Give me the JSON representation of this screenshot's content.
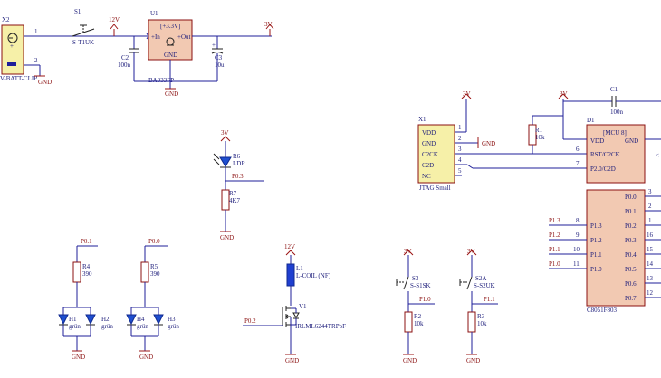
{
  "diagram": {
    "batt": {
      "ref": "X2",
      "name": "V-BATT-CLIP",
      "pins": [
        "1",
        "2"
      ],
      "gnd": "GND"
    },
    "switch_s1": {
      "ref": "S1",
      "name": "S-T1UK"
    },
    "net_12v": "12V",
    "reg": {
      "ref": "U1",
      "title": "[+3.3V]",
      "in": "+In",
      "out": "+Out",
      "gnd": "GND",
      "part": "BA033FP",
      "gnd_label": "GND"
    },
    "c2": {
      "ref": "C2",
      "value": "100n"
    },
    "c3": {
      "ref": "C3",
      "value": "10u"
    },
    "net_3v_top": "3V",
    "r6": {
      "ref": "R6",
      "name": "LDR",
      "vcc": "3V"
    },
    "r7": {
      "ref": "R7",
      "value": "4K7",
      "gnd": "GND",
      "net": "P0.3"
    },
    "r4": {
      "ref": "R4",
      "value": "390",
      "net": "P0.1"
    },
    "r5": {
      "ref": "R5",
      "value": "390",
      "net": "P0.0"
    },
    "leds": [
      {
        "ref": "H1",
        "color": "grün"
      },
      {
        "ref": "H2",
        "color": "grün"
      },
      {
        "ref": "H4",
        "color": "grün"
      },
      {
        "ref": "H3",
        "color": "grün"
      }
    ],
    "led_gnd": "GND",
    "coil": {
      "ref": "L1",
      "name": "L-COIL (NF)",
      "vcc": "12V"
    },
    "fet": {
      "ref": "V1",
      "name": "IRLML6244TRPbF",
      "gate": "P0.2",
      "gnd": "GND"
    },
    "s3": {
      "ref": "S3",
      "name": "S-S1SK",
      "vcc": "3V",
      "net": "P1.0"
    },
    "r2": {
      "ref": "R2",
      "value": "10k",
      "gnd": "GND"
    },
    "s2": {
      "ref": "S2A",
      "name": "S-S2UK",
      "vcc": "3V",
      "net": "P1.1"
    },
    "r3": {
      "ref": "R3",
      "value": "10k",
      "gnd": "GND"
    },
    "jtag": {
      "ref": "X1",
      "name": "JTAG Small",
      "vcc": "3V",
      "gnd_net": "GND",
      "pins": [
        {
          "label": "VDD",
          "num": "1"
        },
        {
          "label": "GND",
          "num": "2"
        },
        {
          "label": "C2CK",
          "num": "3"
        },
        {
          "label": "C2D",
          "num": "4"
        },
        {
          "label": "NC",
          "num": "5"
        }
      ]
    },
    "r1": {
      "ref": "R1",
      "value": "10k"
    },
    "c1": {
      "ref": "C1",
      "value": "100n"
    },
    "mcu_vcc": "3V",
    "mcu": {
      "ref": "D1",
      "title": "[MCU 8]",
      "part": "C8051F803",
      "top_pins": [
        {
          "label": "VDD",
          "num": "",
          "side": "left"
        },
        {
          "label": "GND",
          "num": "",
          "side": "right"
        },
        {
          "label": "RST/C2CK",
          "num": "6",
          "side": "left"
        },
        {
          "label": "P2.0/C2D",
          "num": "7",
          "side": "left"
        }
      ],
      "left_pins": [
        {
          "label": "P1.3",
          "num": "8",
          "net": "P1.3"
        },
        {
          "label": "P1.2",
          "num": "9",
          "net": "P1.2"
        },
        {
          "label": "P1.1",
          "num": "10",
          "net": "P1.1"
        },
        {
          "label": "P1.0",
          "num": "11",
          "net": "P1.0"
        }
      ],
      "right_pins": [
        {
          "label": "P0.0",
          "num": "3"
        },
        {
          "label": "P0.1",
          "num": "2"
        },
        {
          "label": "P0.2",
          "num": "1"
        },
        {
          "label": "P0.3",
          "num": "16"
        },
        {
          "label": "P0.4",
          "num": "15"
        },
        {
          "label": "P0.5",
          "num": "14"
        },
        {
          "label": "P0.6",
          "num": "13"
        },
        {
          "label": "P0.7",
          "num": "12"
        }
      ]
    }
  }
}
